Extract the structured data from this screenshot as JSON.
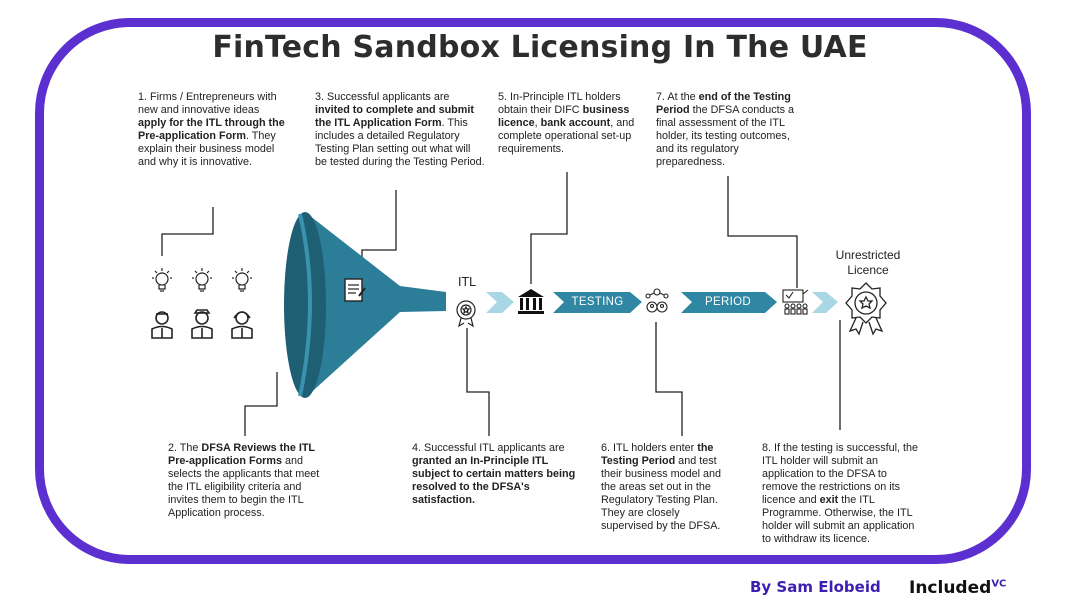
{
  "title": "FinTech Sandbox Licensing In The UAE",
  "steps": [
    {
      "id": 1,
      "parts": [
        {
          "text": "1. Firms / Entrepreneurs with new and innovative ideas ",
          "bold": false
        },
        {
          "text": "apply for the ITL through the Pre-application Form",
          "bold": true
        },
        {
          "text": ". They explain their business model and why it is innovative.",
          "bold": false
        }
      ]
    },
    {
      "id": 2,
      "parts": [
        {
          "text": "2. The ",
          "bold": false
        },
        {
          "text": "DFSA Reviews the ITL Pre-application Forms",
          "bold": true
        },
        {
          "text": " and selects the applicants that meet the ITL eligibility criteria and invites them to begin the ITL Application process.",
          "bold": false
        }
      ]
    },
    {
      "id": 3,
      "parts": [
        {
          "text": "3. Successful applicants are ",
          "bold": false
        },
        {
          "text": "invited to complete and submit the ITL Application Form",
          "bold": true
        },
        {
          "text": ". This includes a detailed Regulatory Testing Plan setting out what will be tested during the Testing Period.",
          "bold": false
        }
      ]
    },
    {
      "id": 4,
      "parts": [
        {
          "text": "4. Successful ITL applicants are ",
          "bold": false
        },
        {
          "text": "granted an In-Principle ITL subject to certain matters being resolved to the DFSA's satisfaction.",
          "bold": true
        }
      ]
    },
    {
      "id": 5,
      "parts": [
        {
          "text": "5. In-Principle ITL holders obtain their DIFC ",
          "bold": false
        },
        {
          "text": "business licence",
          "bold": true
        },
        {
          "text": ", ",
          "bold": false
        },
        {
          "text": "bank account",
          "bold": true
        },
        {
          "text": ", and complete operational set-up requirements.",
          "bold": false
        }
      ]
    },
    {
      "id": 6,
      "parts": [
        {
          "text": "6. ITL holders enter ",
          "bold": false
        },
        {
          "text": "the Testing Period",
          "bold": true
        },
        {
          "text": " and test their business model and the areas set out in the Regulatory Testing Plan. They are closely supervised by the DFSA.",
          "bold": false
        }
      ]
    },
    {
      "id": 7,
      "parts": [
        {
          "text": "7. At the ",
          "bold": false
        },
        {
          "text": "end of the Testing Period",
          "bold": true
        },
        {
          "text": " the DFSA conducts a final assessment of the ITL holder, its testing outcomes, and its regulatory preparedness.",
          "bold": false
        }
      ]
    },
    {
      "id": 8,
      "parts": [
        {
          "text": "8. If the testing is successful, the ITL holder will submit an application to the DFSA to remove the restrictions on its licence and ",
          "bold": false
        },
        {
          "text": "exit",
          "bold": true
        },
        {
          "text": " the ITL Programme. Otherwise, the ITL holder will submit an application to withdraw its licence.",
          "bold": false
        }
      ]
    }
  ],
  "labels": {
    "itl": "ITL",
    "testing": "TESTING",
    "period": "PERIOD",
    "unrestricted_line1": "Unrestricted",
    "unrestricted_line2": "Licence"
  },
  "footer": {
    "author": "By Sam Elobeid",
    "brand": "Included",
    "brand_sup": "VC"
  },
  "colors": {
    "frame": "#5b2fd0",
    "funnel_dark": "#1e5f73",
    "funnel_light": "#3a93ae",
    "chevron": "#2f87a3",
    "chevron_light": "#a9d7e6",
    "author": "#3b1fb0"
  },
  "icons": [
    "lightbulb-icon",
    "person-icon",
    "document-icon",
    "itl-badge-icon",
    "bank-icon",
    "people-network-icon",
    "assessment-board-icon",
    "certificate-badge-icon"
  ]
}
